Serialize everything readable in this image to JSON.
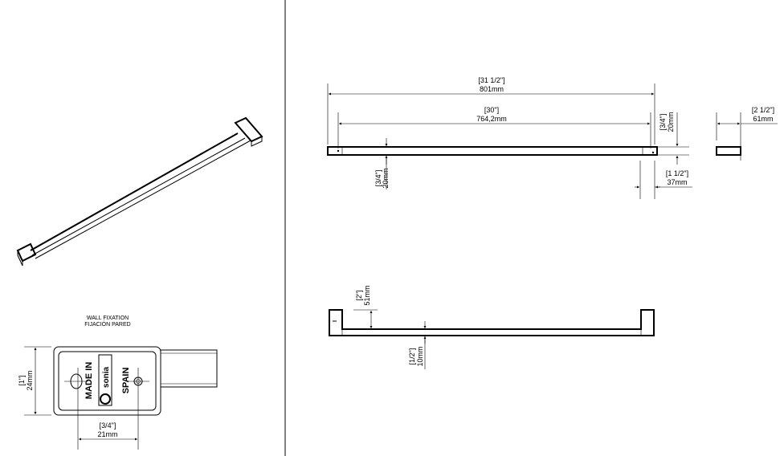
{
  "top_view": {
    "overall_in": "[31 1/2\"]",
    "overall_mm": "801mm",
    "centers_in": "[30\"]",
    "centers_mm": "764,2mm",
    "bar_height_in": "[3/4\"]",
    "bar_height_mm": "20mm",
    "end_height_in": "[3/4\"]",
    "end_height_mm": "20mm",
    "end_width_in": "[1 1/2\"]",
    "end_width_mm": "37mm"
  },
  "end_view": {
    "depth_in": "[2 1/2\"]",
    "depth_mm": "61mm"
  },
  "front_view": {
    "projection_in": "[2\"]",
    "projection_mm": "51mm",
    "thickness_in": "[1/2\"]",
    "thickness_mm": "10mm"
  },
  "wall_fixation": {
    "title_en": "WALL FIXATION",
    "title_es": "FIJACIÓN PARED",
    "height_in": "[1\"]",
    "height_mm": "24mm",
    "spacing_in": "[3/4\"]",
    "spacing_mm": "21mm",
    "stamp_made_in": "MADE IN",
    "stamp_brand": "sonia",
    "stamp_spain": "SPAIN"
  }
}
